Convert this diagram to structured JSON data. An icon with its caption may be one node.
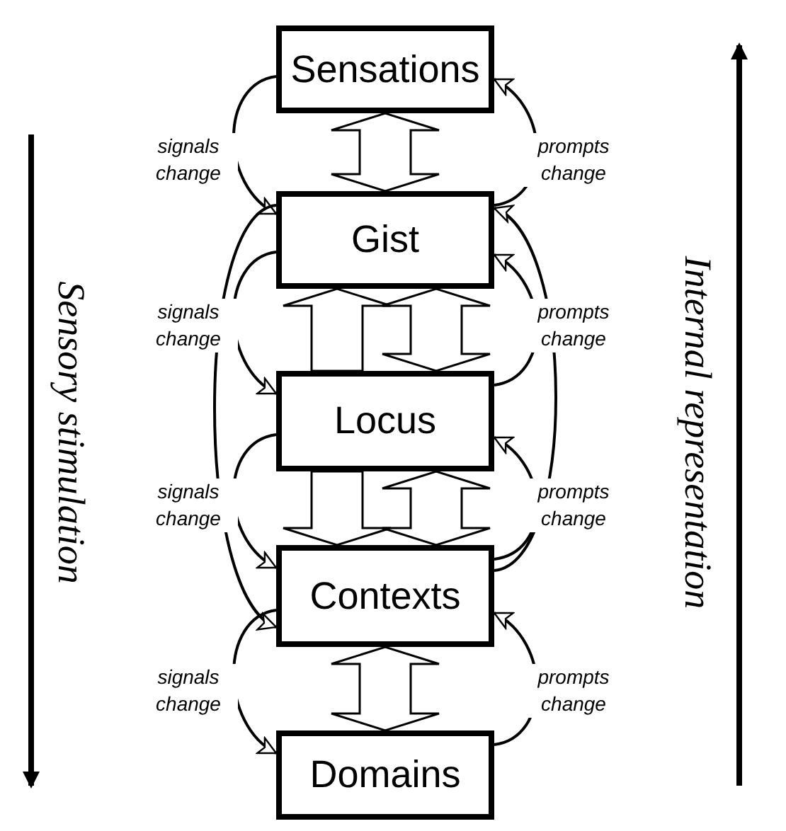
{
  "diagram": {
    "nodes": [
      {
        "text": [
          "Sensations"
        ]
      },
      {
        "text": [
          "Gist"
        ]
      },
      {
        "text": [
          "Locus"
        ]
      },
      {
        "text": [
          "Contexts"
        ]
      },
      {
        "text": [
          "Domains"
        ]
      }
    ],
    "edges": [
      {
        "from": 0,
        "to": 1,
        "arrow": "both",
        "style": "thick"
      },
      {
        "from": 0,
        "to": 1,
        "arrow": "to",
        "label": "signals change"
      },
      {
        "from": 1,
        "to": 0,
        "arrow": "to",
        "label": "prompts change"
      },
      {
        "from": 2,
        "to": 1,
        "arrow": "to",
        "style": "thick"
      },
      {
        "from": 1,
        "to": 2,
        "arrow": "both",
        "style": "thick"
      },
      {
        "from": 1,
        "to": 2,
        "arrow": "to",
        "label": "signals change"
      },
      {
        "from": 2,
        "to": 1,
        "arrow": "to",
        "label": "prompts change"
      },
      {
        "from": 1,
        "to": 3,
        "arrow": "to"
      },
      {
        "from": 3,
        "to": 1,
        "arrow": "to"
      },
      {
        "from": 2,
        "to": 3,
        "arrow": "to",
        "style": "thick"
      },
      {
        "from": 2,
        "to": 3,
        "arrow": "both",
        "style": "thick"
      },
      {
        "from": 2,
        "to": 3,
        "arrow": "to",
        "label": "signals change"
      },
      {
        "from": 3,
        "to": 2,
        "arrow": "to",
        "label": "prompts change"
      },
      {
        "from": 3,
        "to": 4,
        "arrow": "both",
        "style": "thick"
      },
      {
        "from": 3,
        "to": 4,
        "arrow": "to",
        "label": "signals change"
      },
      {
        "from": 4,
        "to": 3,
        "arrow": "to",
        "label": "prompts change"
      }
    ],
    "labels": [
      "Sensory stimulation",
      "Internal representation"
    ]
  }
}
